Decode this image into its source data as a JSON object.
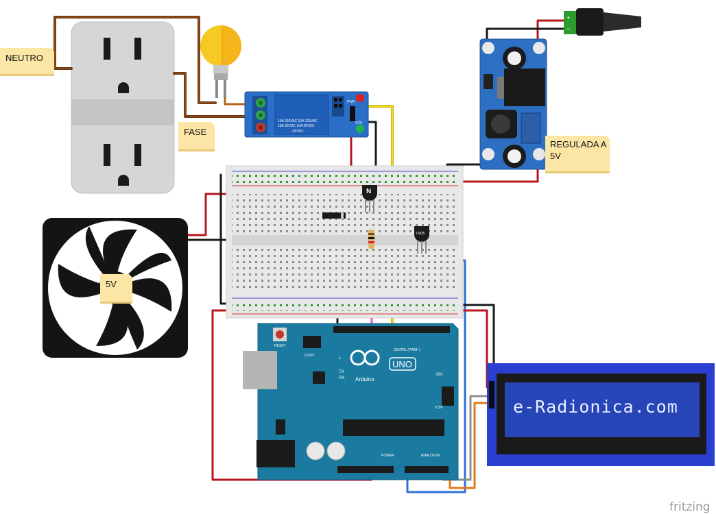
{
  "labels": {
    "neutro": "NEUTRO",
    "fase": "FASE",
    "regulada_line1": "REGULADA A",
    "regulada_line2": "5V",
    "fan": "5V"
  },
  "relay": {
    "line1": "10A 250VAC  10A 125VAC",
    "line2": "10A  30VDC  10A  28VDC",
    "model": "-05VDC-",
    "vcc": "VCC",
    "pwr": "PWR"
  },
  "lcd": {
    "text": "e-Radionica.com"
  },
  "arduino": {
    "brand": "Arduino",
    "model": "UNO",
    "reset": "RESET",
    "icsp2": "ICSP2",
    "icsp": "ICSP",
    "digital": "DIGITAL (PWM~)",
    "analog": "ANALOG IN",
    "power": "POWER",
    "on": "ON",
    "l": "L",
    "tx": "TX",
    "rx": "RX"
  },
  "parts": {
    "transistor": "N",
    "sensor": "LM35"
  },
  "watermark": "fritzing",
  "colors": {
    "wire_red": "#b8141b",
    "wire_black": "#1a1a1a",
    "wire_brown": "#7a3e12",
    "wire_yellow": "#f2dc18",
    "wire_blue": "#2e6fd6",
    "wire_orange": "#e07a1c",
    "wire_gray": "#8f8f8f",
    "wire_pink": "#e24fd0",
    "board_teal": "#1a7aa0",
    "relay_blue": "#2a6fc7",
    "lcd_blue": "#2a3ed0",
    "note_yellow": "#fbe6a6"
  }
}
